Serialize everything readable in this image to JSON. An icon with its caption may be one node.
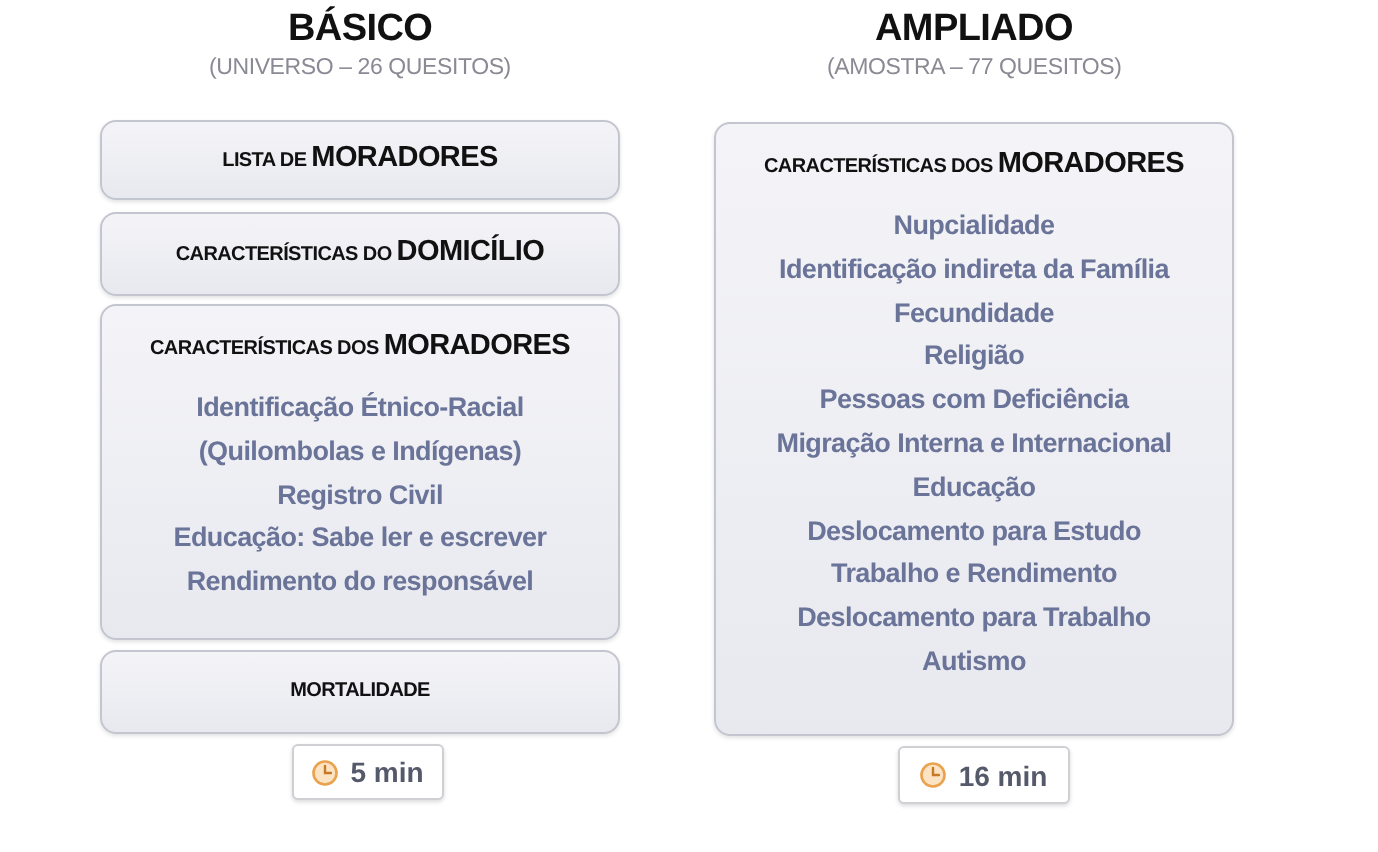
{
  "diagram": {
    "nodes": [
      {
        "text": [
          "LISTA DE **MORADORES**"
        ]
      },
      {
        "text": [
          "CARACTERÍSTICAS DO **DOMICÍLIO**"
        ]
      },
      {
        "text": [
          "CARACTERÍSTICAS DOS **MORADORES**",
          "Identificação Étnico-Racial (Quilombolas e Indígenas)",
          "Registro Civil",
          "Educação: Sabe ler e escrever",
          "Rendimento do responsável"
        ]
      },
      {
        "text": [
          "MORTALIDADE"
        ]
      },
      {
        "text": [
          "5 min"
        ]
      },
      {
        "text": [
          "CARACTERÍSTICAS DOS **MORADORES**",
          "Nupcialidade",
          "Identificação indireta da Família",
          "Fecundidade",
          "Religião",
          "Pessoas com Deficiência",
          "Migração Interna e Internacional",
          "Educação",
          "Deslocamento para Estudo",
          "Trabalho e Rendimento",
          "Deslocamento para Trabalho",
          "Autismo"
        ]
      },
      {
        "text": [
          "16 min"
        ]
      }
    ],
    "edges": [],
    "labels": [
      "BÁSICO",
      "(UNIVERSO – 26 QUESITOS)",
      "AMPLIADO",
      "(AMOSTRA – 77 QUESITOS)"
    ]
  }
}
